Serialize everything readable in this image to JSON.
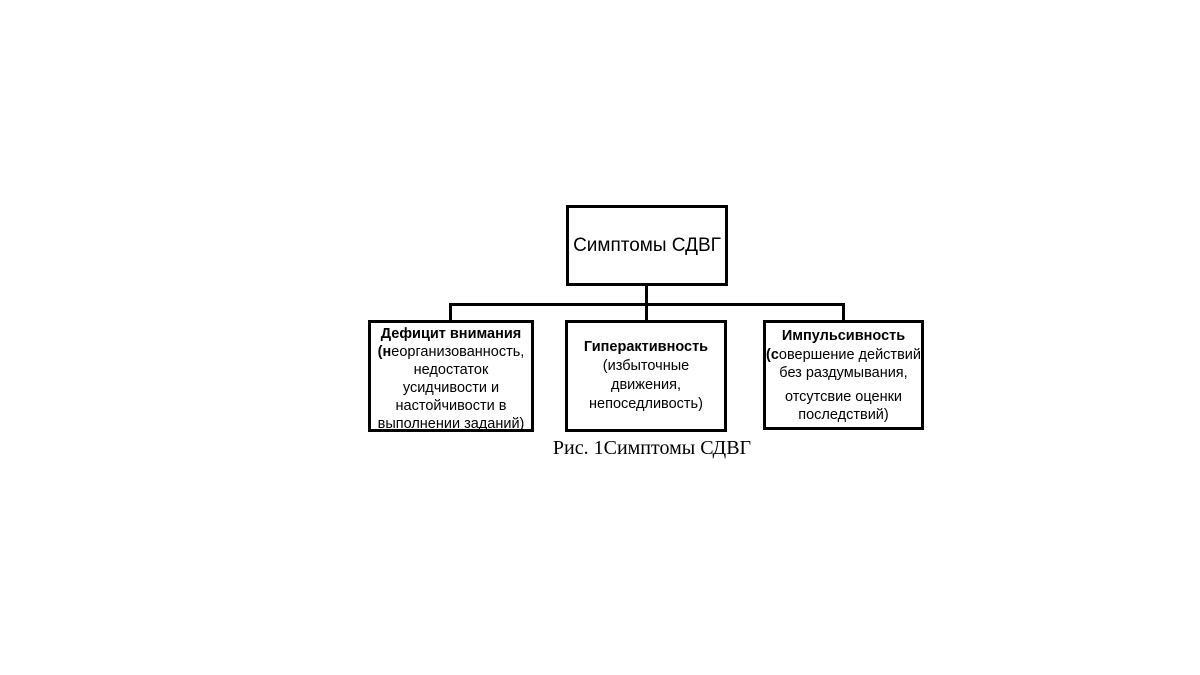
{
  "diagram": {
    "colors": {
      "line": "#000000",
      "text": "#000000",
      "box_background": "#ffffff",
      "page_background": "#ffffff"
    },
    "root_label": "Симптомы СДВГ",
    "children": [
      {
        "title": "Дефицит внимания",
        "body": "(неорганизованность,\nнедостаток\nусидчивости и\nнастойчивости в\nвыполнении заданий)"
      },
      {
        "title": "Гиперактивность",
        "body": "(избыточные\nдвижения,\nнепоседливость)"
      },
      {
        "title": "Импульсивность",
        "body": "(совершение действий\nбез раздумывания,",
        "body2": "отсутсвие оценки\nпоследствий)"
      }
    ],
    "caption": "Рис. 1Симптомы СДВГ"
  }
}
